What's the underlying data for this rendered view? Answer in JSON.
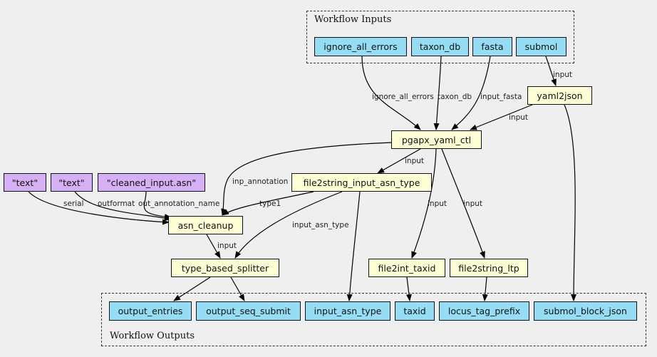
{
  "clusters": {
    "inputs_label": "Workflow Inputs",
    "outputs_label": "Workflow Outputs"
  },
  "inputs": {
    "ignore_all_errors": "ignore_all_errors",
    "taxon_db": "taxon_db",
    "fasta": "fasta",
    "submol": "submol"
  },
  "steps": {
    "yaml2json": "yaml2json",
    "pgapx_yaml_ctl": "pgapx_yaml_ctl",
    "file2string_input_asn_type": "file2string_input_asn_type",
    "asn_cleanup": "asn_cleanup",
    "type_based_splitter": "type_based_splitter",
    "file2int_taxid": "file2int_taxid",
    "file2string_ltp": "file2string_ltp"
  },
  "constants": {
    "text1": "\"text\"",
    "text2": "\"text\"",
    "cleaned": "\"cleaned_input.asn\""
  },
  "outputs": {
    "output_entries": "output_entries",
    "output_seq_submit": "output_seq_submit",
    "input_asn_type": "input_asn_type",
    "taxid": "taxid",
    "locus_tag_prefix": "locus_tag_prefix",
    "submol_block_json": "submol_block_json"
  },
  "edge_labels": {
    "submol_yaml2json": "input",
    "ignore_pgapx": "ignore_all_errors",
    "taxondb_pgapx": "taxon_db",
    "fasta_pgapx": "input_fasta",
    "yaml2json_pgapx": "input",
    "pgapx_f2s": "input",
    "pgapx_asn": "inp_annotation",
    "text1_asn": "serial",
    "text2_asn": "outformat",
    "cleaned_asn": "out_annotation_name",
    "f2s_asn": "type1",
    "f2s_tbs": "input_asn_type",
    "pgapx_taxid": "input",
    "pgapx_ltp": "input",
    "asn_tbs": "input"
  }
}
